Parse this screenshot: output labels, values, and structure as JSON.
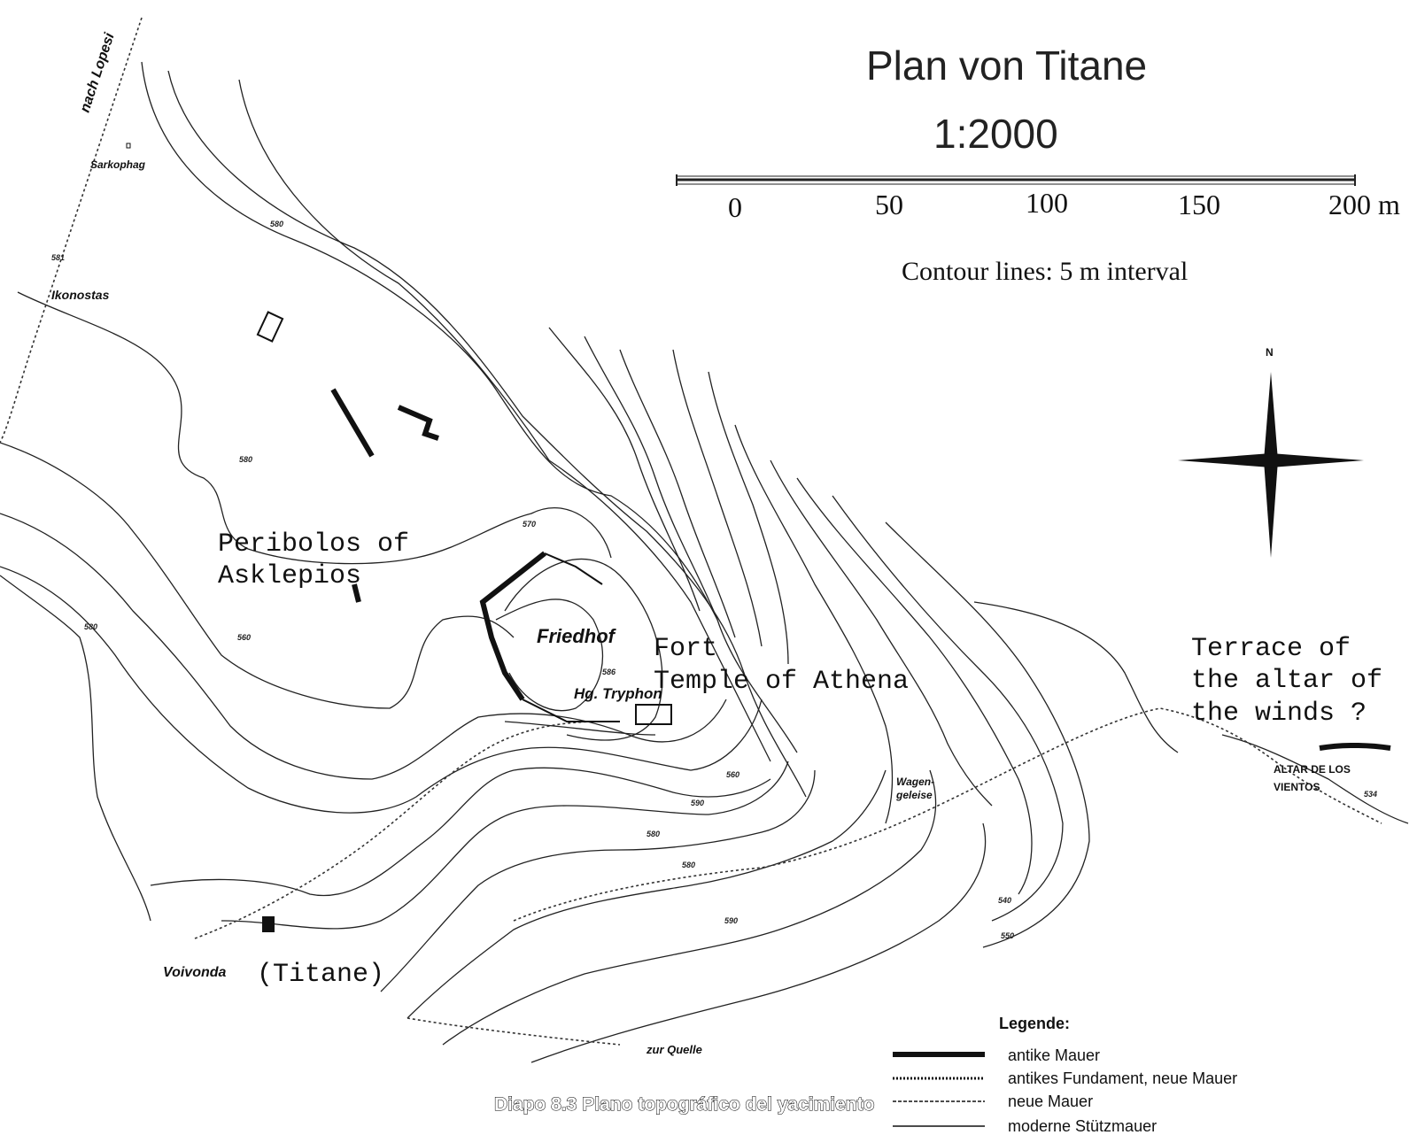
{
  "title": "Plan von Titane",
  "scale": "1:2000",
  "scalebar": {
    "ticks": [
      "0",
      "50",
      "100",
      "150",
      "200 m"
    ]
  },
  "contour_note": "Contour lines: 5 m interval",
  "north_label": "N",
  "places": {
    "peribolos_1": "Peribolos of",
    "peribolos_2": "Asklepios",
    "fort": "Fort",
    "temple": "Temple of Athena",
    "terrace_1": "Terrace of",
    "terrace_2": "the altar of",
    "terrace_3": "the winds ?",
    "friedhof": "Friedhof",
    "tryphon": "Hg. Tryphon",
    "voivonda": "Voivonda",
    "titane": "(Titane)",
    "nach_lopesi": "nach Lopesi",
    "sarkophag": "Sarkophag",
    "ikonostas": "Ikonostas",
    "wagengeleise_1": "Wagen-",
    "wagengeleise_2": "geleise",
    "zur_quelle": "zur Quelle",
    "altar_1": "ALTAR DE LOS",
    "altar_2": "VIENTOS"
  },
  "elevations": [
    "580",
    "581",
    "580",
    "570",
    "580",
    "586",
    "560",
    "560",
    "590",
    "580",
    "580",
    "590",
    "540",
    "550",
    "534"
  ],
  "legend": {
    "title": "Legende:",
    "items": [
      "antike Mauer",
      "antikes Fundament, neue Mauer",
      "neue Mauer",
      "moderne Stützmauer"
    ]
  },
  "caption": "Diapo 8.3 Plano topográfico del yacimiento"
}
